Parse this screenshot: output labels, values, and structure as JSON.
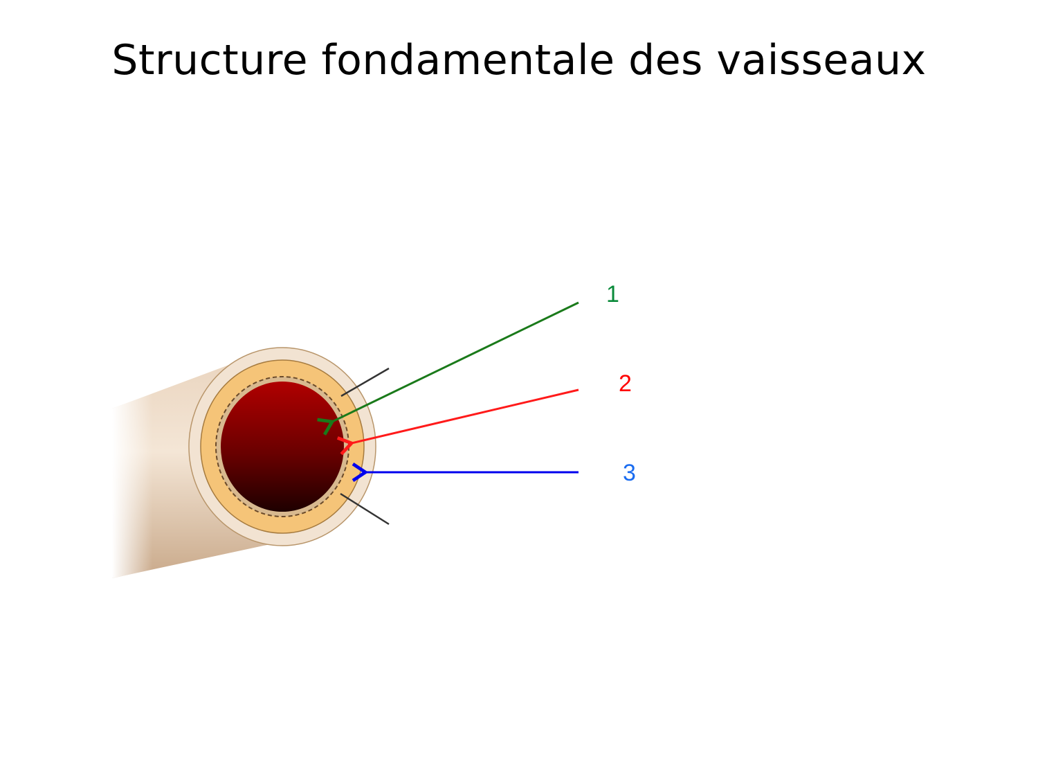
{
  "slide": {
    "title": "Structure fondamentale des vaisseaux"
  },
  "diagram": {
    "subject": "blood-vessel-cross-section",
    "layers": [
      "lumen",
      "inner-layer",
      "middle-layer",
      "outer-layer"
    ],
    "labels": [
      {
        "number": "1",
        "color": "#0a8a3a",
        "arrow_color": "#1a7a1a"
      },
      {
        "number": "2",
        "color": "#ff0000",
        "arrow_color": "#ff1a1a"
      },
      {
        "number": "3",
        "color": "#1a6cf0",
        "arrow_color": "#0000ee"
      }
    ],
    "colors": {
      "vessel_outer": "#efdcc6",
      "vessel_media": "#f7c272",
      "lumen_top": "#a80000",
      "lumen_bottom": "#2a0000"
    }
  }
}
